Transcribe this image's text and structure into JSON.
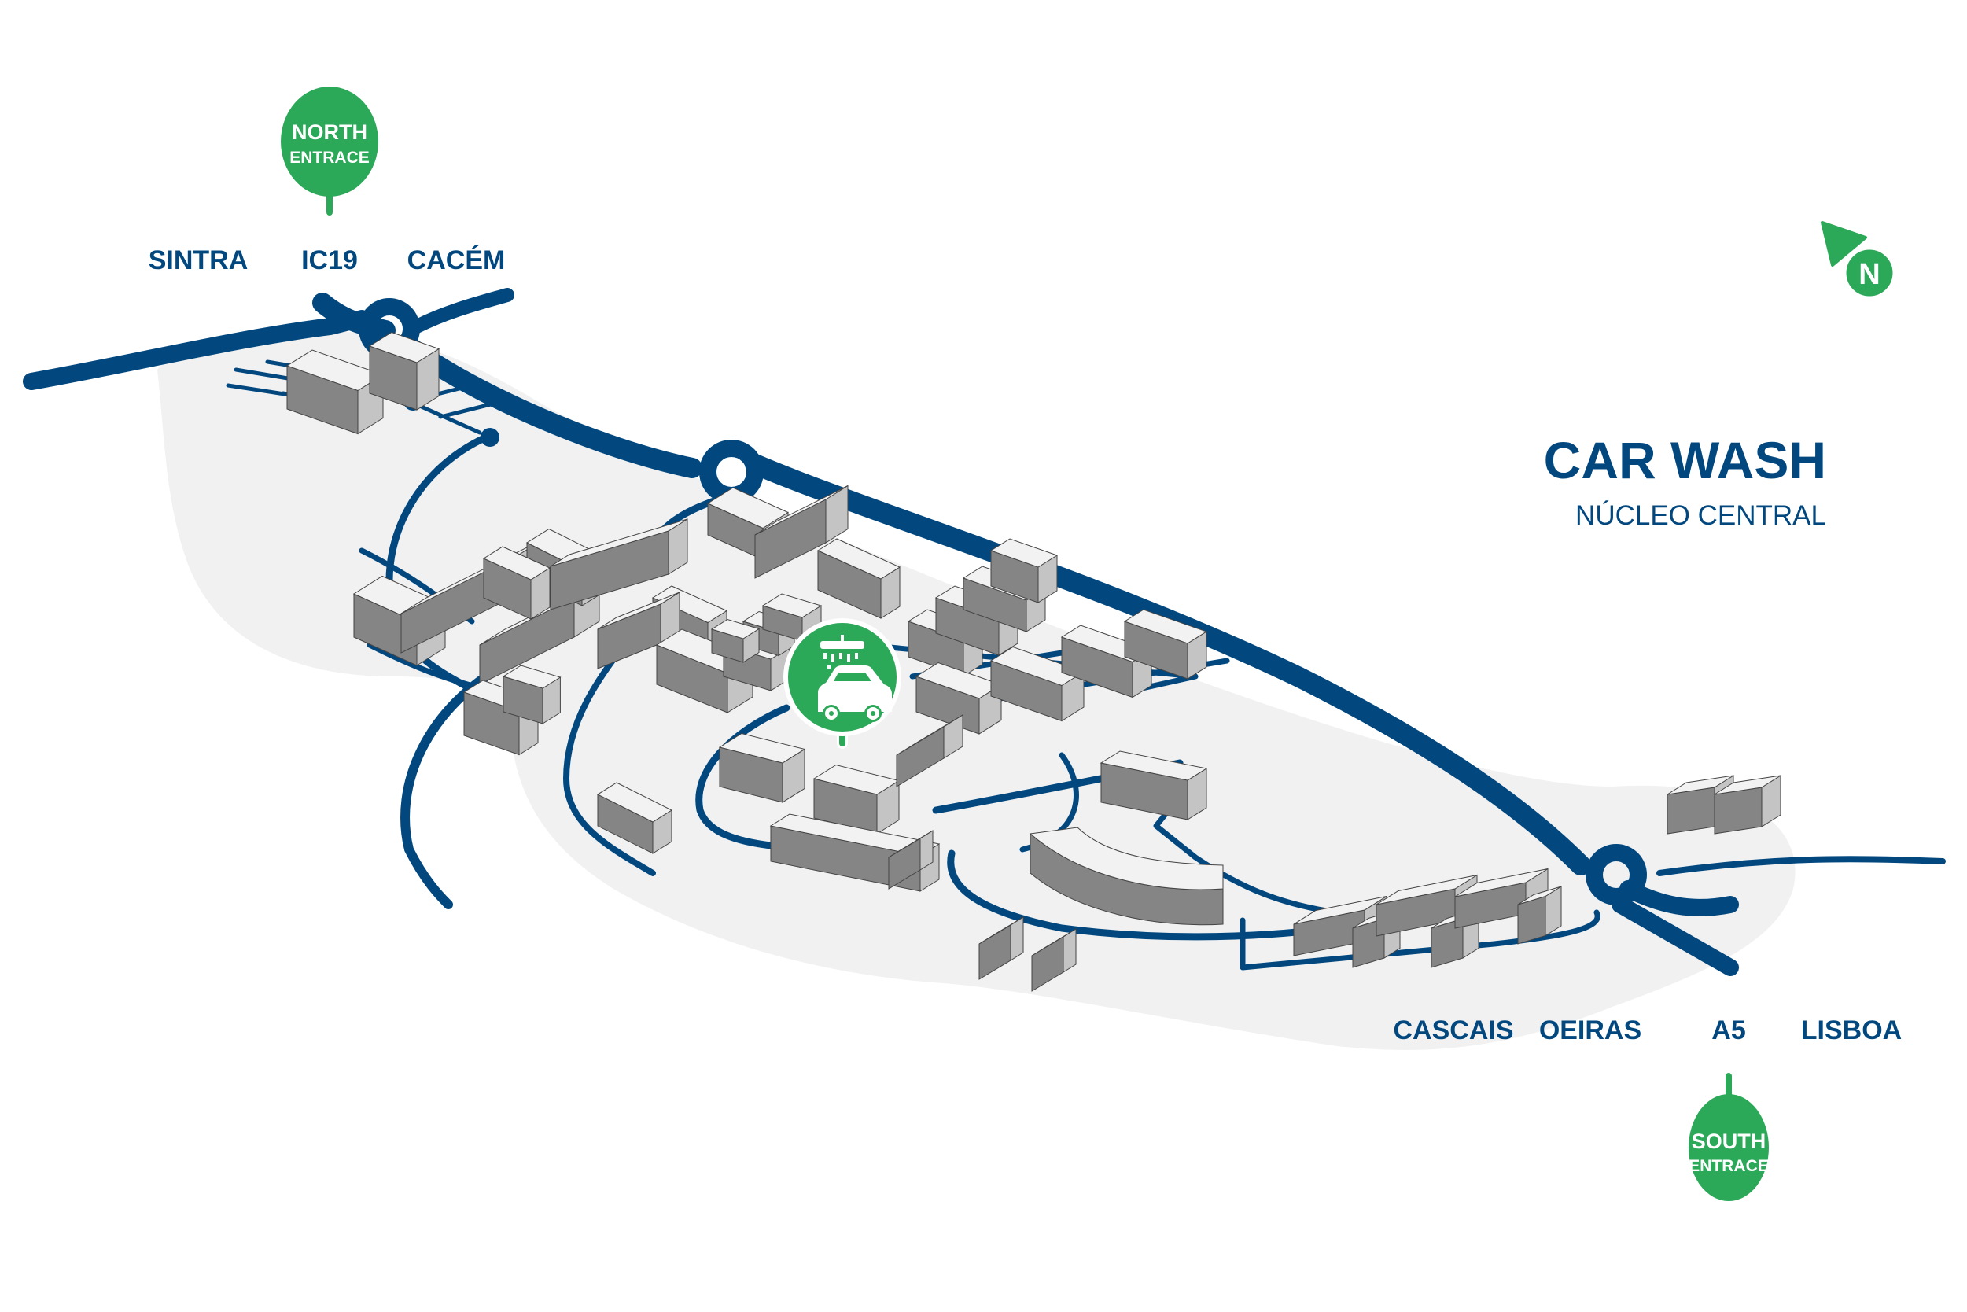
{
  "title": {
    "main": "CAR WASH",
    "subtitle": "NÚCLEO CENTRAL"
  },
  "colors": {
    "road": "#02487f",
    "accent_green": "#2ba858",
    "campus_area": "#f1f1f1",
    "building_top": "#f2f2f2",
    "building_light": "#c4c4c4",
    "building_dark": "#858585"
  },
  "compass": {
    "letter": "N",
    "icon": "north-arrow-icon"
  },
  "entrances": {
    "north": {
      "line1": "NORTH",
      "line2": "ENTRACE"
    },
    "south": {
      "line1": "SOUTH",
      "line2": "ENTRACE"
    }
  },
  "destinations": {
    "north": [
      "SINTRA",
      "IC19",
      "CACÉM"
    ],
    "south": [
      "CASCAIS",
      "OEIRAS",
      "A5",
      "LISBOA"
    ]
  },
  "poi": {
    "name": "Car Wash",
    "icon": "car-wash-icon"
  }
}
